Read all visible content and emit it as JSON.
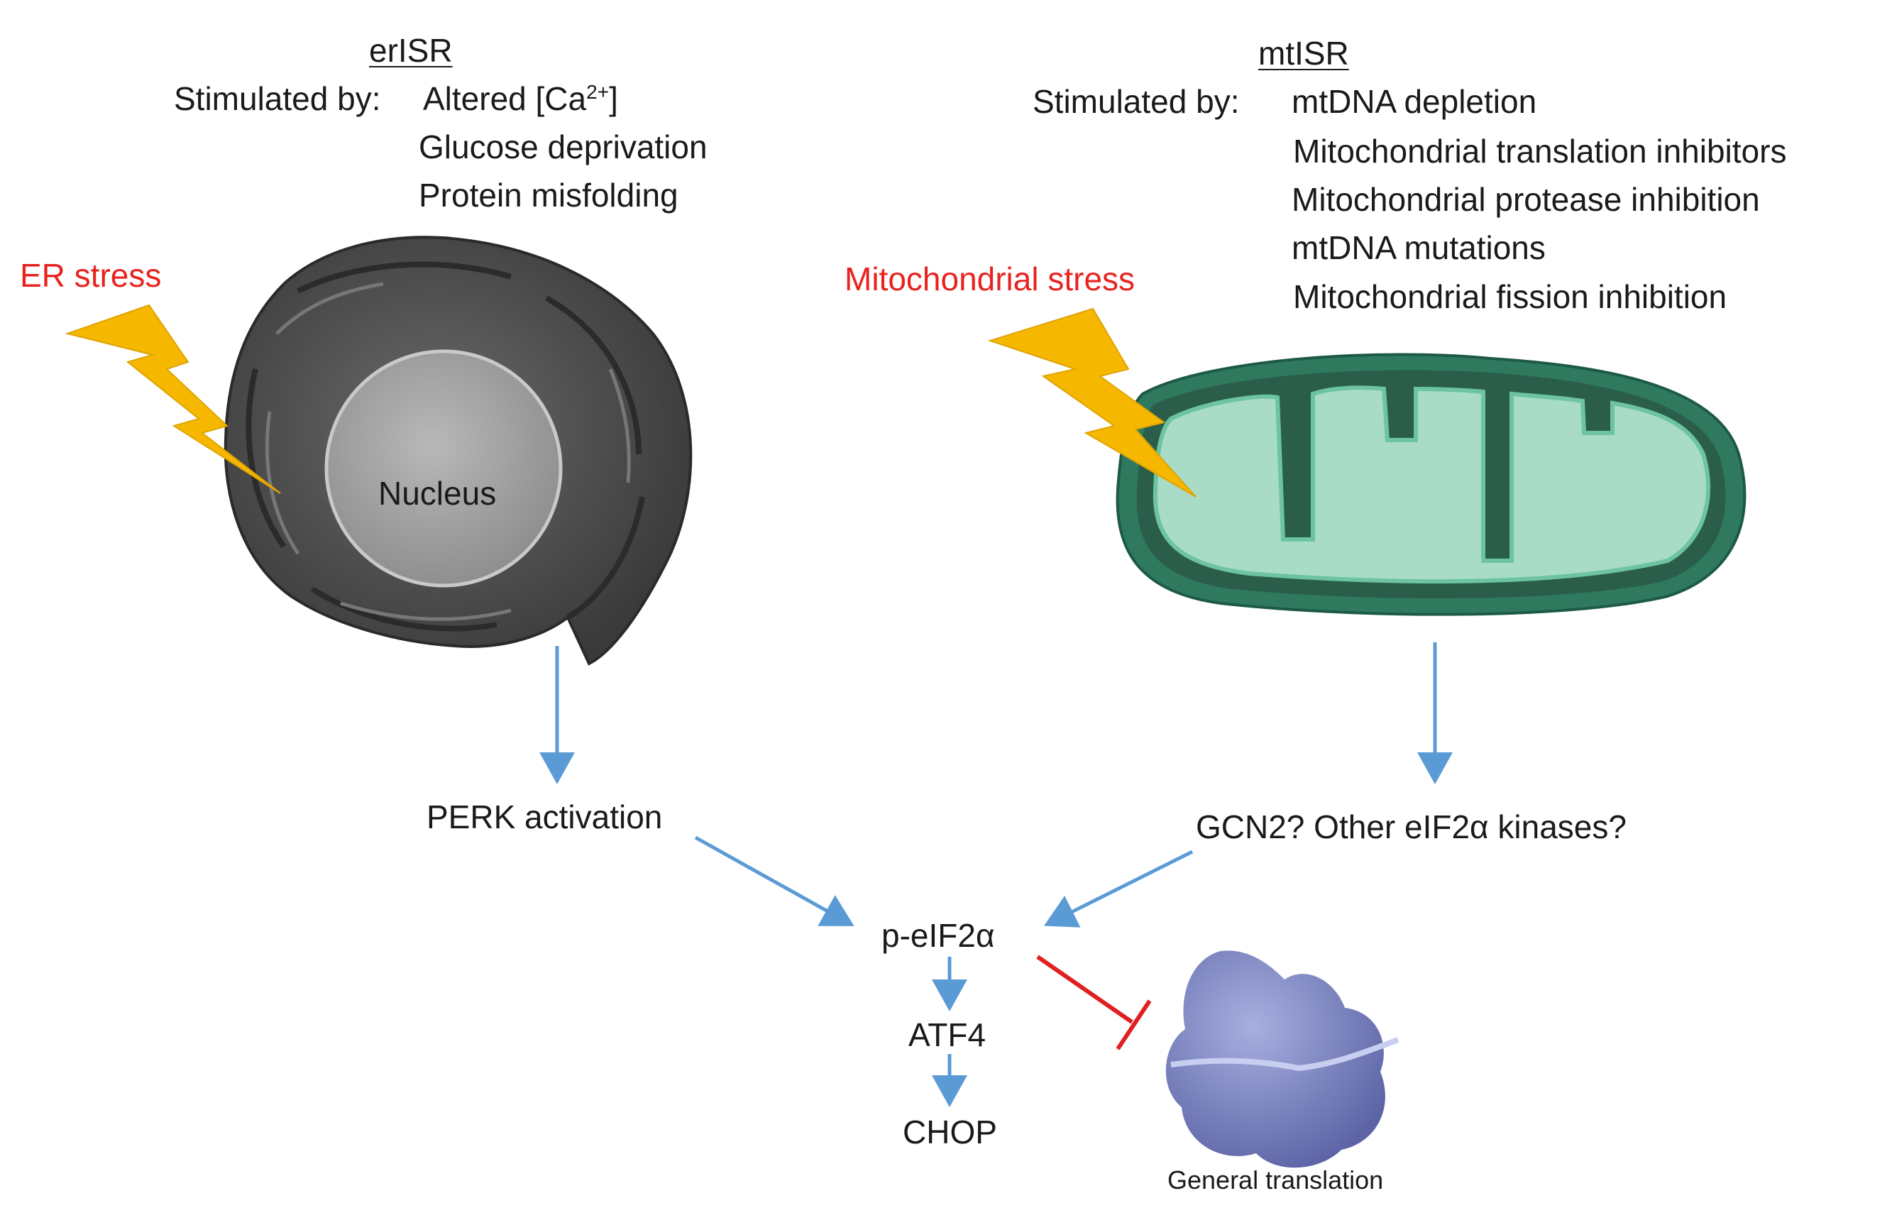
{
  "erisr": {
    "title": "erISR",
    "stimulated_label": "Stimulated by:",
    "stimuli": [
      "Altered [Ca",
      "Glucose deprivation",
      "Protein misfolding"
    ],
    "ca_superscript": "2+",
    "ca_close": "]",
    "stress_label": "ER stress",
    "organelle_label": "Nucleus",
    "kinase_label": "PERK activation"
  },
  "mtisr": {
    "title": "mtISR",
    "stimulated_label": "Stimulated by:",
    "stimuli": [
      "mtDNA depletion",
      "Mitochondrial translation inhibitors",
      "Mitochondrial protease inhibition",
      "mtDNA mutations",
      "Mitochondrial fission inhibition"
    ],
    "stress_label": "Mitochondrial stress",
    "kinase_label": "GCN2? Other eIF2α kinases?"
  },
  "pathway": {
    "node1": "p-eIF2α",
    "node2": "ATF4",
    "node3": "CHOP",
    "inhibited_target": "General translation"
  },
  "colors": {
    "stress_text": "#e8231f",
    "arrow": "#5b9bd5",
    "inhibition": "#e02020",
    "lightning": "#f5b700",
    "er_dark": "#4a4a4a",
    "mito_fill": "#a8dcc6",
    "mito_dark": "#1d5a45",
    "ribosome": "#7d86c4"
  },
  "icons": [
    "lightning-icon",
    "endoplasmic-reticulum-icon",
    "mitochondrion-icon",
    "ribosome-icon"
  ]
}
